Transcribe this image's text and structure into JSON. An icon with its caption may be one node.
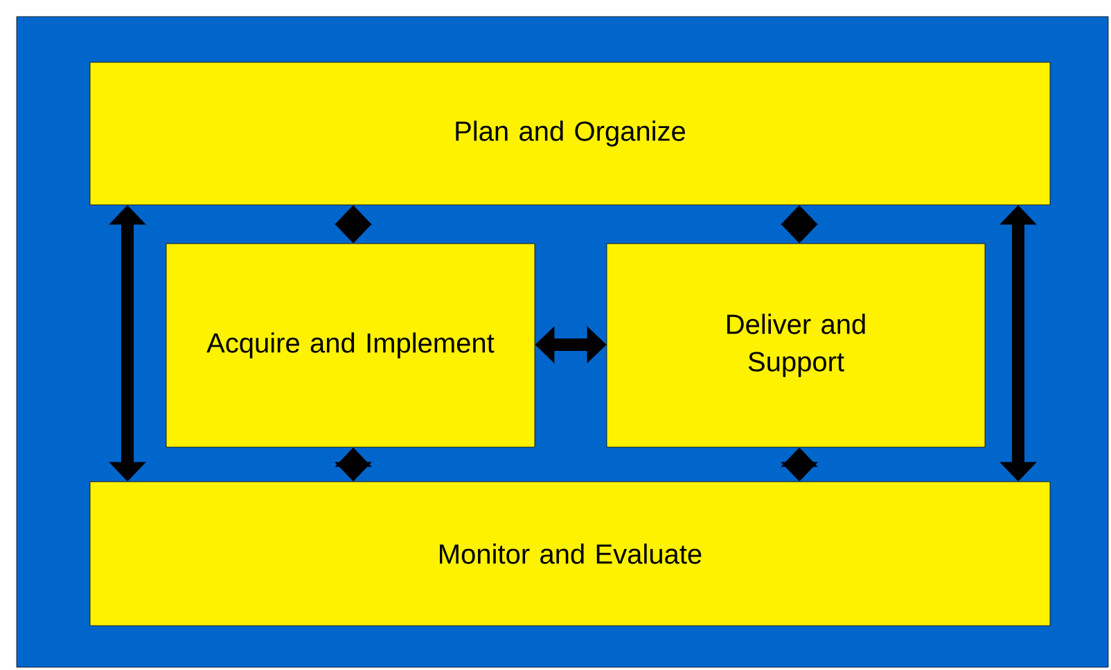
{
  "diagram": {
    "nodes": [
      {
        "text": [
          "Plan and Organize"
        ]
      },
      {
        "text": [
          "Acquire and Implement"
        ]
      },
      {
        "text": [
          "Deliver and Support"
        ]
      },
      {
        "text": [
          "Monitor and Evaluate"
        ]
      }
    ],
    "edges": [
      {
        "from": 0,
        "to": 1,
        "arrow": "both"
      },
      {
        "from": 0,
        "to": 2,
        "arrow": "both"
      },
      {
        "from": 1,
        "to": 2,
        "arrow": "both"
      },
      {
        "from": 1,
        "to": 3,
        "arrow": "both"
      },
      {
        "from": 2,
        "to": 3,
        "arrow": "both"
      },
      {
        "from": 0,
        "to": 3,
        "arrow": "both"
      },
      {
        "from": 0,
        "to": 3,
        "arrow": "both"
      }
    ]
  }
}
